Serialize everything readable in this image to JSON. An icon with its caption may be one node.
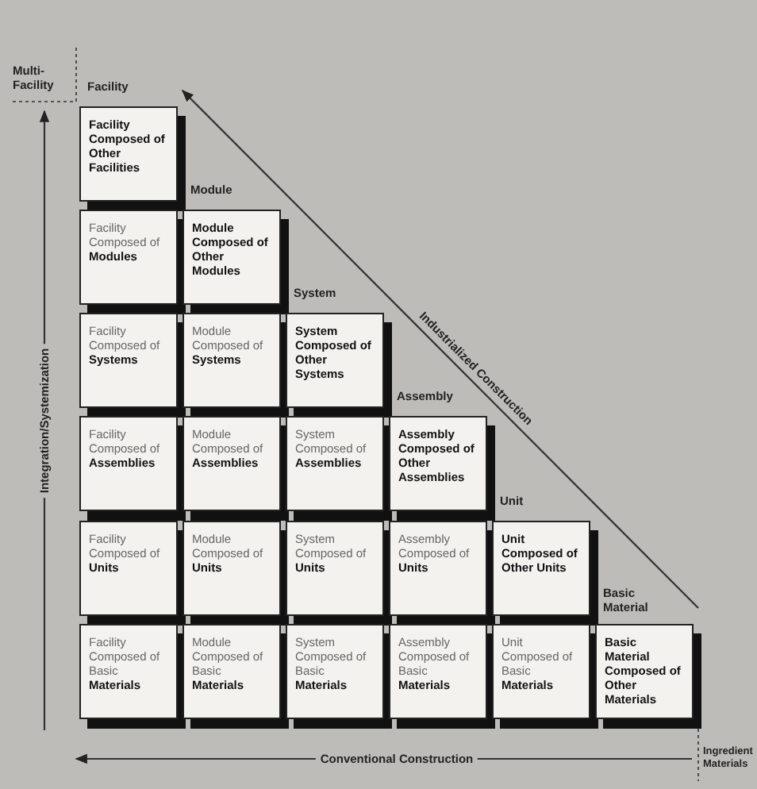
{
  "diagram": {
    "nodes": [
      {
        "text": [
          "Facility Composed of Other Facilities"
        ]
      },
      {
        "text": [
          "Facility Composed of **Modules**"
        ]
      },
      {
        "text": [
          "Module Composed of Other Modules"
        ]
      },
      {
        "text": [
          "Facility Composed of **Systems**"
        ]
      },
      {
        "text": [
          "Module Composed of **Systems**"
        ]
      },
      {
        "text": [
          "System Composed of Other Systems"
        ]
      },
      {
        "text": [
          "Facility Composed of **Assemblies**"
        ]
      },
      {
        "text": [
          "Module Composed of **Assemblies**"
        ]
      },
      {
        "text": [
          "System Composed of **Assemblies**"
        ]
      },
      {
        "text": [
          "Assembly Composed of Other Assemblies"
        ]
      },
      {
        "text": [
          "Facility Composed of **Units**"
        ]
      },
      {
        "text": [
          "Module Composed of **Units**"
        ]
      },
      {
        "text": [
          "System Composed of **Units**"
        ]
      },
      {
        "text": [
          "Assembly Composed of **Units**"
        ]
      },
      {
        "text": [
          "Unit Composed of Other Units"
        ]
      },
      {
        "text": [
          "Facility Composed of Basic **Materials**"
        ]
      },
      {
        "text": [
          "Module Composed of Basic **Materials**"
        ]
      },
      {
        "text": [
          "System Composed of Basic **Materials**"
        ]
      },
      {
        "text": [
          "Assembly Composed of Basic **Materials**"
        ]
      },
      {
        "text": [
          "Unit Composed of Basic **Materials**"
        ]
      },
      {
        "text": [
          "Basic Material Composed of Other Materials"
        ]
      }
    ],
    "labels": [
      "Multi-Facility",
      "Facility",
      "Module",
      "System",
      "Assembly",
      "Unit",
      "Basic Material",
      "Integration/Systemization",
      "Industrialized Construction",
      "Conventional Construction",
      "Ingredient Materials"
    ]
  }
}
